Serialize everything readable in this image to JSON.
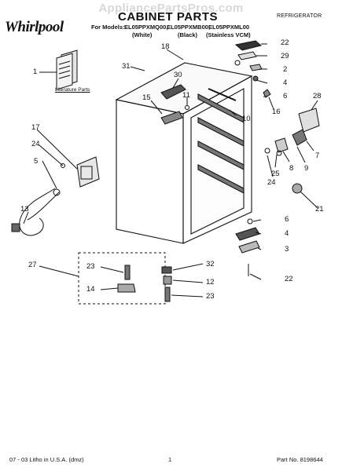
{
  "watermark": "AppliancePartsPros.com",
  "logo": "Whirlpool",
  "title": "CABINET PARTS",
  "category": "REFRIGERATOR",
  "models_label": "For Models:",
  "models": [
    "EL05PPXMQ00,",
    "EL05PPXMB00,",
    "EL05PPXML00"
  ],
  "finishes": [
    "(White)",
    "(Black)",
    "(Stainless VCM)"
  ],
  "literature_label": "Literature Parts",
  "callouts": [
    "1",
    "31",
    "18",
    "30",
    "22",
    "29",
    "2",
    "4",
    "15",
    "11",
    "6",
    "10",
    "16",
    "28",
    "17",
    "24",
    "5",
    "7",
    "8",
    "9",
    "25",
    "24",
    "21",
    "13",
    "6",
    "4",
    "3",
    "27",
    "23",
    "32",
    "14",
    "12",
    "22",
    "23"
  ],
  "footer": {
    "left": "07 - 03 Litho in U.S.A. (dmz)",
    "center": "1",
    "right": "Part No. 8198644"
  },
  "colors": {
    "ink": "#111111",
    "watermark": "#d8d8d8"
  }
}
